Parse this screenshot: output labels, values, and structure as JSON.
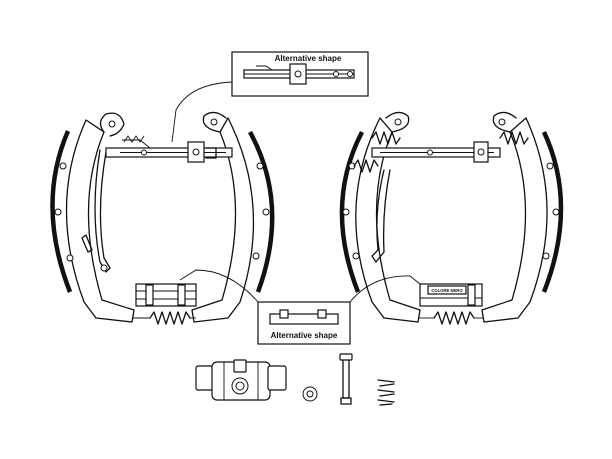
{
  "callouts": {
    "top": {
      "label": "Alternative shape"
    },
    "bottom": {
      "label": "Alternative shape"
    }
  },
  "right_assembly": {
    "plate_label": "COLORE NERO"
  },
  "colors": {
    "line": "#111111",
    "background": "#ffffff"
  }
}
